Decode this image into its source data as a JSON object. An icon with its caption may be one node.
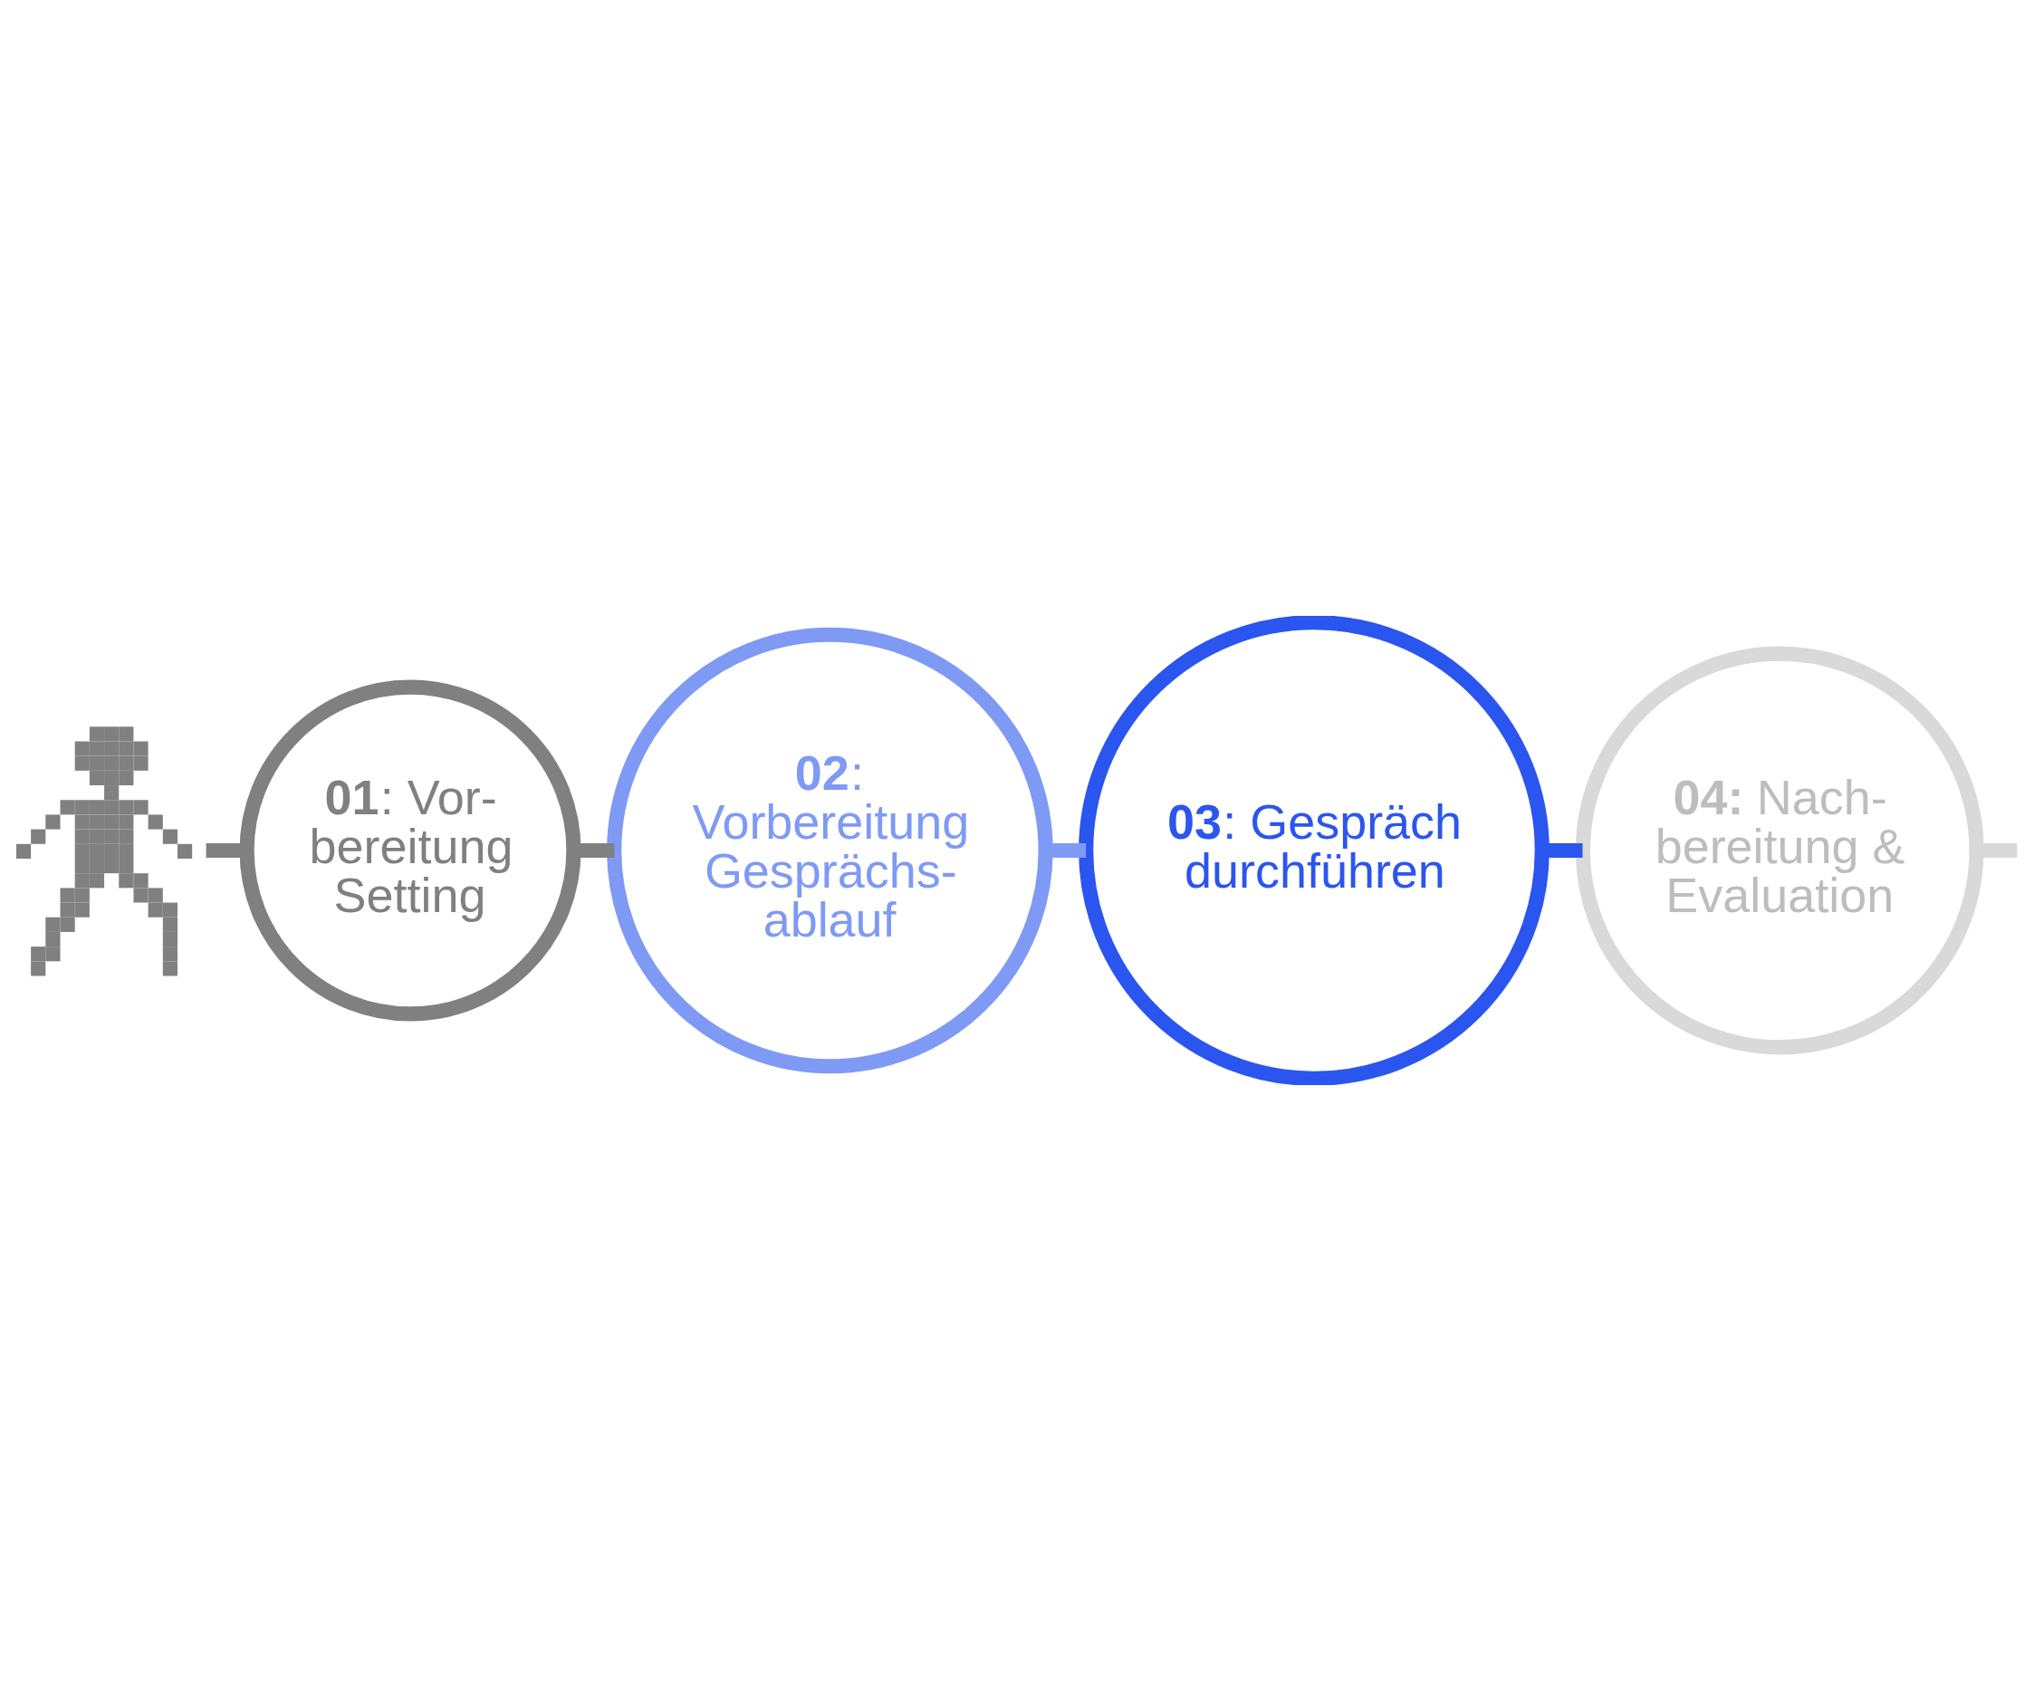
{
  "diagram": {
    "nodes": [
      {
        "text": [],
        "shape": "person"
      },
      {
        "text": [
          "**01**: Vor- bereitung Setting"
        ]
      },
      {
        "text": [
          "**02**: Vorbereitung Gesprächs- ablauf"
        ]
      },
      {
        "text": [
          "**03**: Gespräch durchführen"
        ]
      },
      {
        "text": [
          "**04:** Nach- bereitung & Evaluation"
        ]
      }
    ],
    "edges": [
      {
        "from": 0,
        "to": 1,
        "arrow": "none",
        "color": "#808080"
      },
      {
        "from": 1,
        "to": 2,
        "arrow": "none",
        "color": "#808080"
      },
      {
        "from": 2,
        "to": 3,
        "arrow": "none",
        "color": "#7f9af5"
      },
      {
        "from": 3,
        "to": 4,
        "arrow": "none",
        "color": "#2b55ef"
      },
      {
        "from": 4,
        "to": null,
        "arrow": "none",
        "color": "#d9d9d9"
      }
    ]
  }
}
